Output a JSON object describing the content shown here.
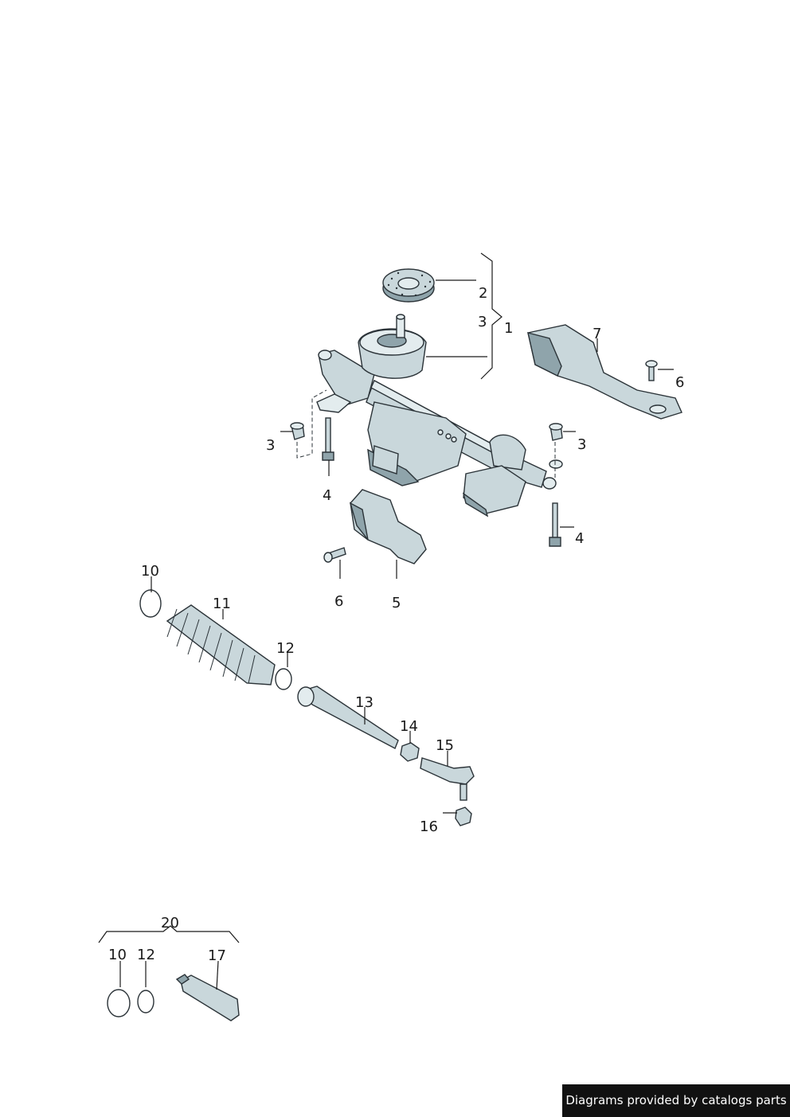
{
  "diagram": {
    "callouts": {
      "c1": "1",
      "c2": "2",
      "c3_top": "3",
      "c3_left": "3",
      "c3_right": "3",
      "c4_left": "4",
      "c4_right": "4",
      "c5": "5",
      "c6_left": "6",
      "c6_right": "6",
      "c7": "7",
      "c10": "10",
      "c11": "11",
      "c12": "12",
      "c13": "13",
      "c14": "14",
      "c15": "15",
      "c16": "16",
      "c20": "20",
      "c10_kit": "10",
      "c12_kit": "12",
      "c17": "17"
    }
  },
  "footer": {
    "credit": "Diagrams provided by catalogs parts"
  },
  "colors": {
    "part_fill": "#c9d7db",
    "part_shadow": "#8fa4ab",
    "outline": "#2b3338",
    "credit_bg": "#111111"
  }
}
